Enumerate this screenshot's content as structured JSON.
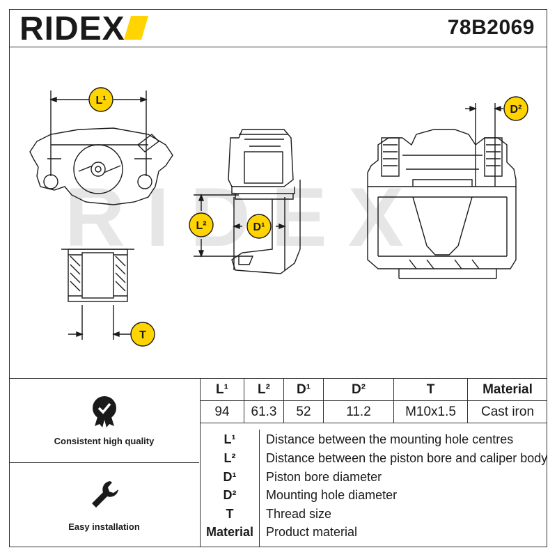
{
  "header": {
    "brand": "RIDEX",
    "part_number": "78B2069"
  },
  "dimension_labels": {
    "l1": "L¹",
    "l2": "L²",
    "d1": "D¹",
    "d2": "D²",
    "t": "T"
  },
  "features": [
    {
      "label": "Consistent high quality",
      "icon": "check-badge-icon"
    },
    {
      "label": "Easy installation",
      "icon": "wrench-icon"
    }
  ],
  "specs": {
    "headers": [
      "L¹",
      "L²",
      "D¹",
      "D²",
      "T",
      "Material"
    ],
    "values": [
      "94",
      "61.3",
      "52",
      "11.2",
      "M10x1.5",
      "Cast iron"
    ]
  },
  "legend": [
    {
      "symbol": "L¹",
      "description": "Distance between the mounting hole centres"
    },
    {
      "symbol": "L²",
      "description": "Distance between the piston bore and caliper body"
    },
    {
      "symbol": "D¹",
      "description": "Piston bore diameter"
    },
    {
      "symbol": "D²",
      "description": "Mounting hole diameter"
    },
    {
      "symbol": "T",
      "description": "Thread size"
    },
    {
      "symbol": "Material",
      "description": "Product material"
    }
  ],
  "colors": {
    "accent": "#ffd400",
    "line": "#1a1a1a",
    "watermark": "#e6e6e6"
  }
}
